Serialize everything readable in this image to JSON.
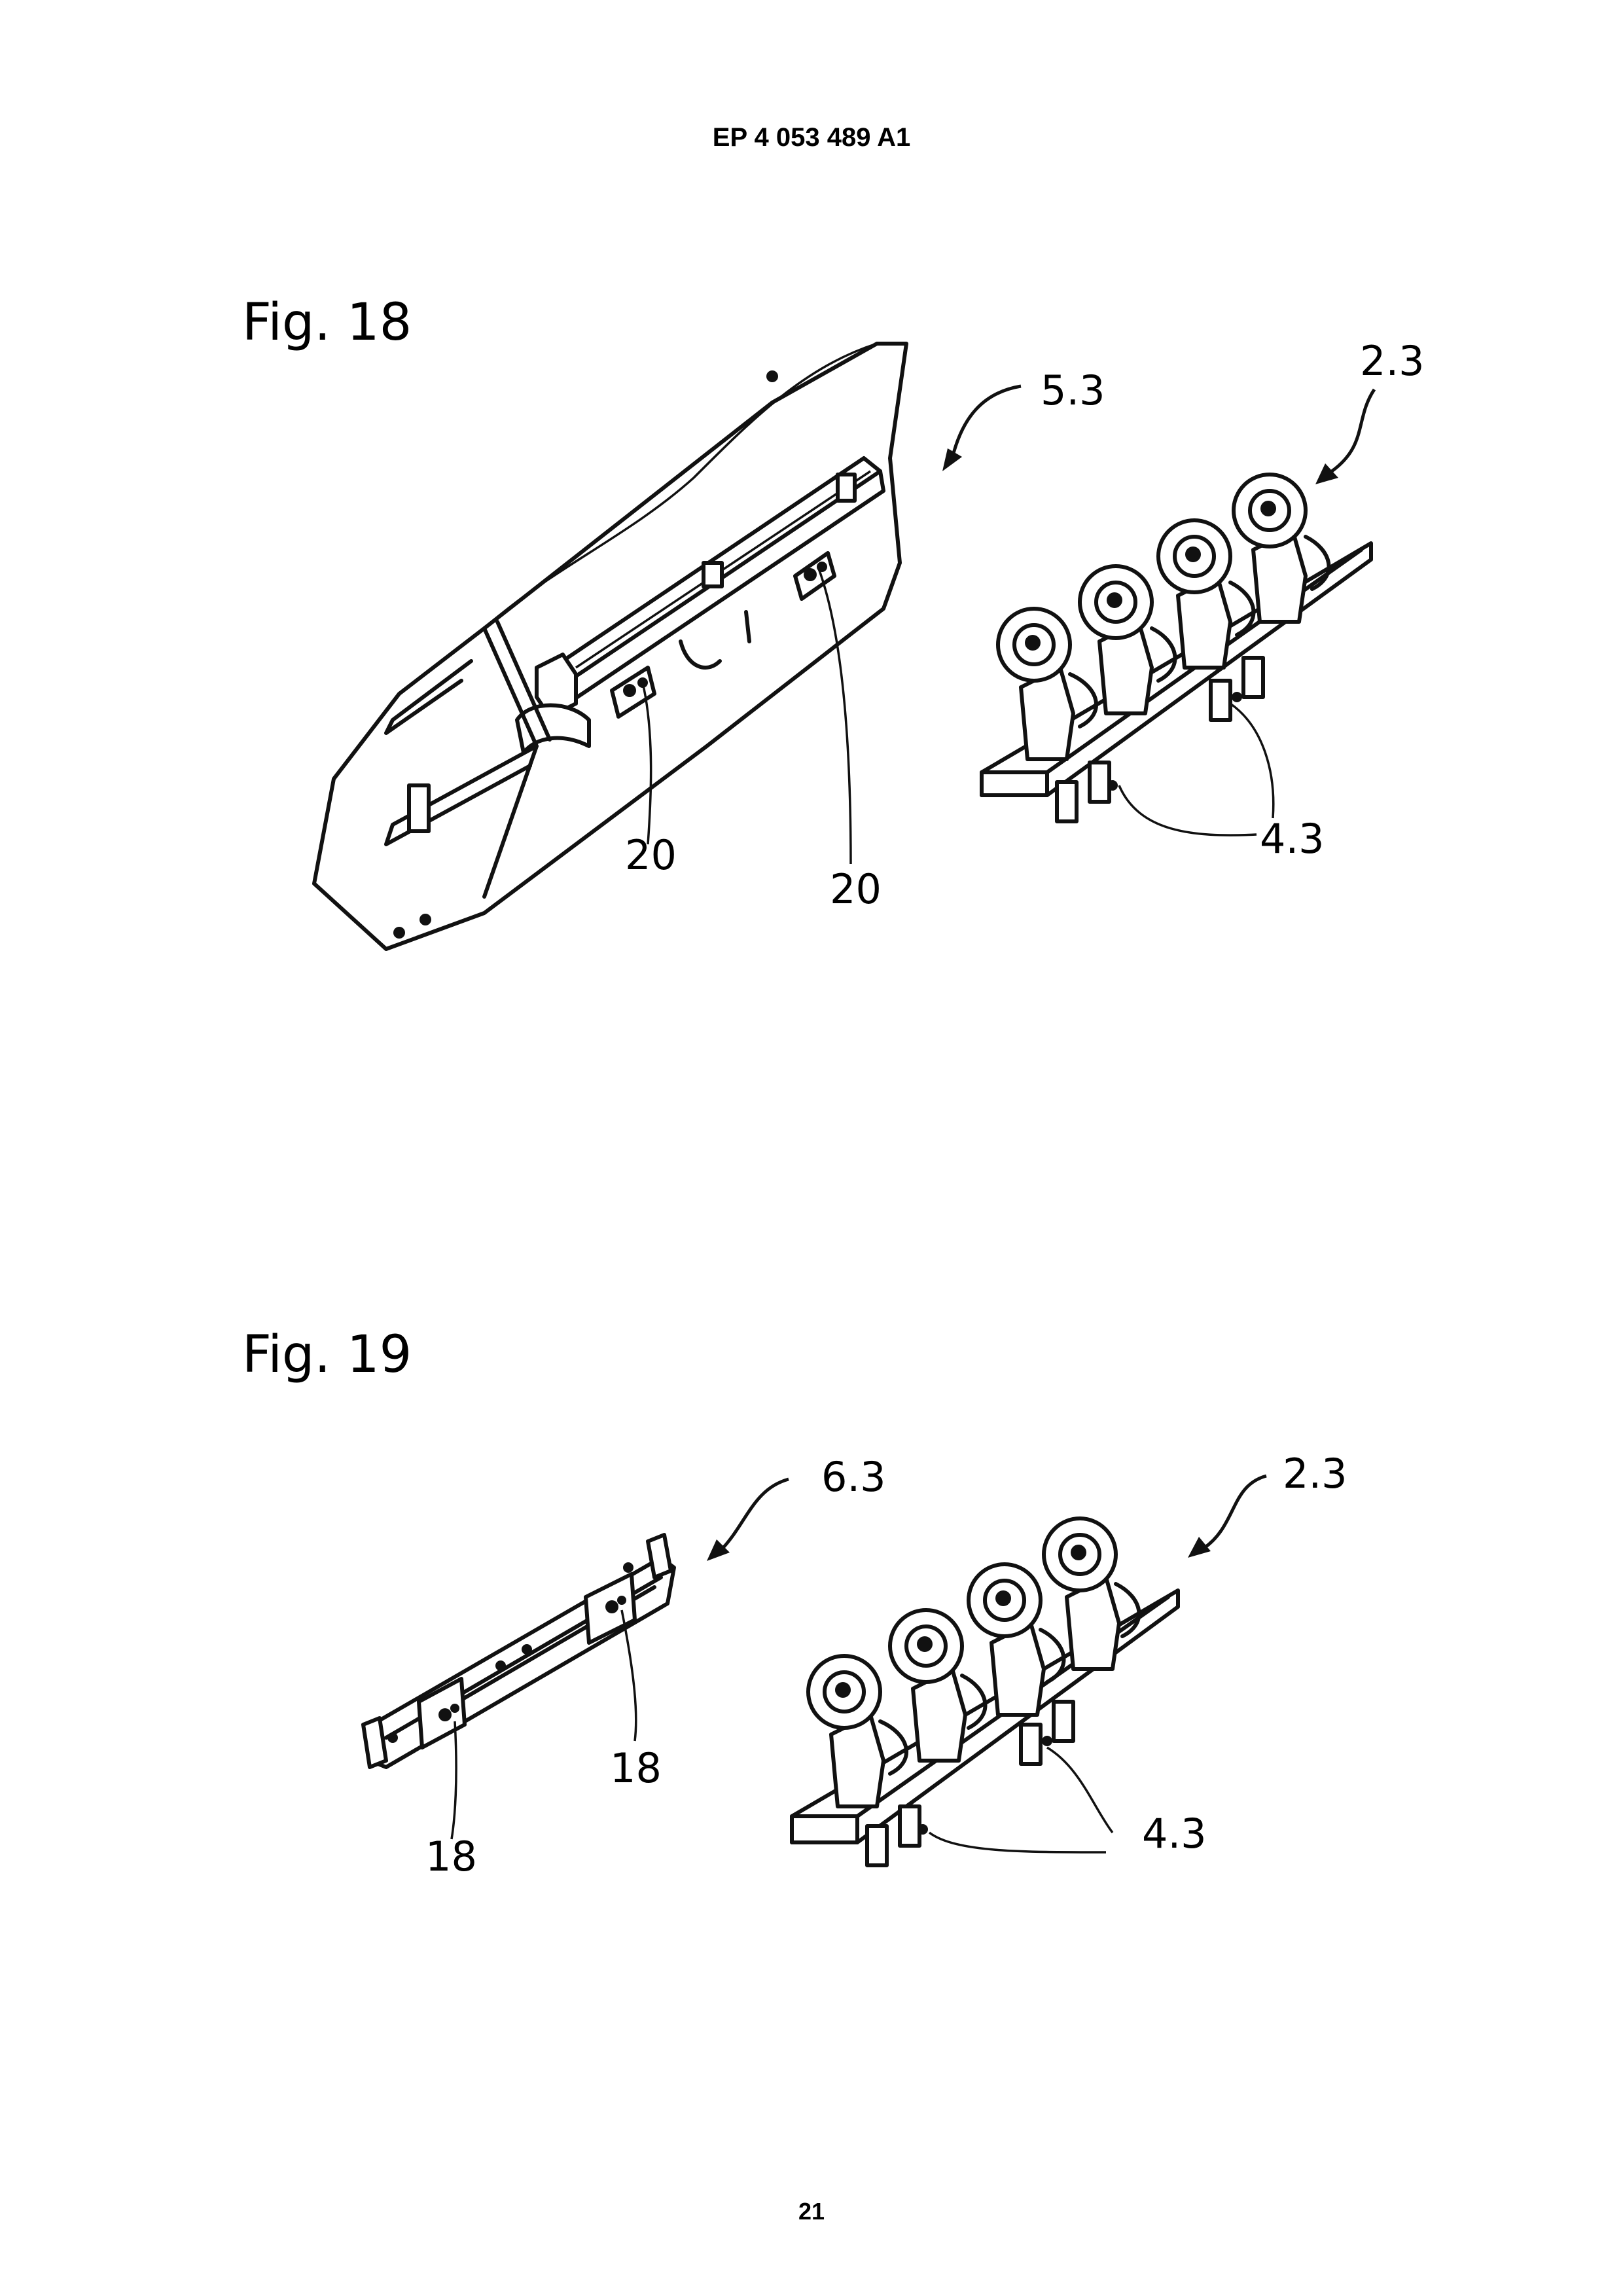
{
  "header": {
    "publication_number": "EP 4 053 489 A1"
  },
  "figures": [
    {
      "title": "Fig. 18",
      "labels": {
        "frame": "5.3",
        "nozzle_bar": "2.3",
        "slot_left": "20",
        "slot_right": "20",
        "brackets": "4.3"
      }
    },
    {
      "title": "Fig. 19",
      "labels": {
        "rail": "6.3",
        "nozzle_bar": "2.3",
        "hole_right": "18",
        "hole_left": "18",
        "brackets": "4.3"
      }
    }
  ],
  "footer": {
    "page_number": "21"
  }
}
